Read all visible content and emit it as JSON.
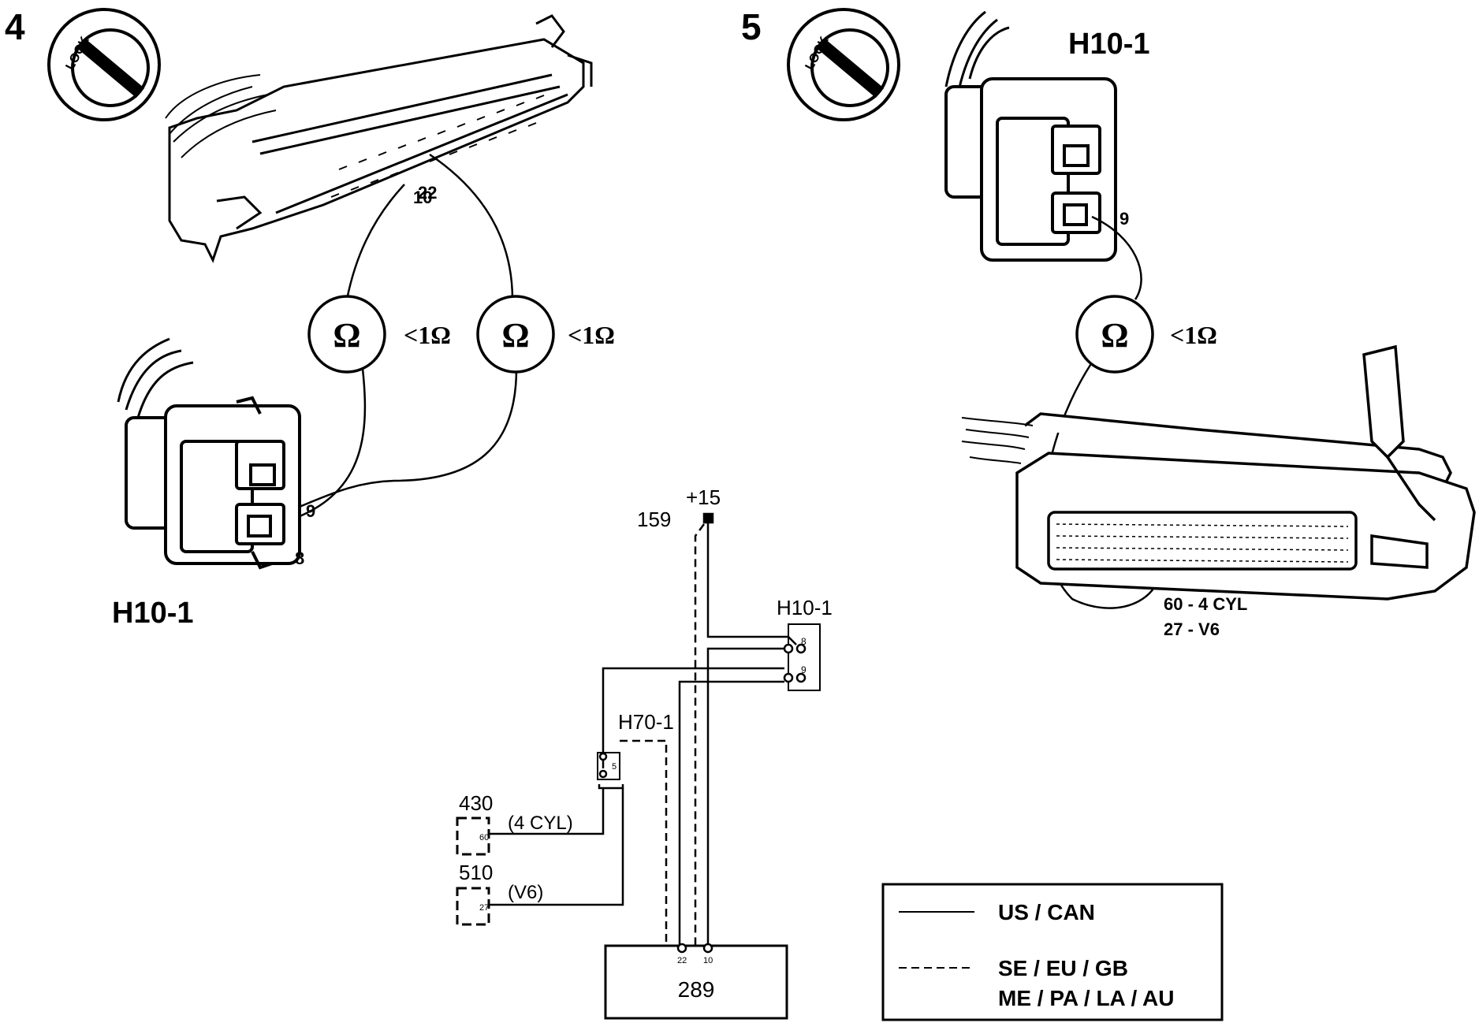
{
  "steps": {
    "step4": {
      "number": "4",
      "lock_label": "LOCK",
      "pin_10": "10",
      "pin_22": "22",
      "pin_9": "9",
      "pin_8": "8",
      "connector_label": "H10-1",
      "meter_symbol": "Ω",
      "reading_1": "<1Ω",
      "reading_2": "<1Ω"
    },
    "step5": {
      "number": "5",
      "lock_label": "LOCK",
      "connector_label": "H10-1",
      "pin_9": "9",
      "meter_symbol": "Ω",
      "reading": "<1Ω",
      "ecu_pin_4cyl": "60 - 4 CYL",
      "ecu_pin_v6": "27 - V6"
    }
  },
  "schematic": {
    "node_159": "159",
    "node_plus15": "+15",
    "h10_label": "H10-1",
    "h10_pin_8": "8",
    "h10_pin_9": "9",
    "h70_label": "H70-1",
    "h70_pin": "5",
    "comp_430": "430",
    "comp_430_pin": "60",
    "comp_430_note": "(4 CYL)",
    "comp_510": "510",
    "comp_510_pin": "27",
    "comp_510_note": "(V6)",
    "module_pin_22": "22",
    "module_pin_10": "10",
    "module_label": "289"
  },
  "legend": {
    "solid_label": "US / CAN",
    "dashed_label_1": "SE / EU / GB",
    "dashed_label_2": "ME / PA / LA / AU"
  }
}
